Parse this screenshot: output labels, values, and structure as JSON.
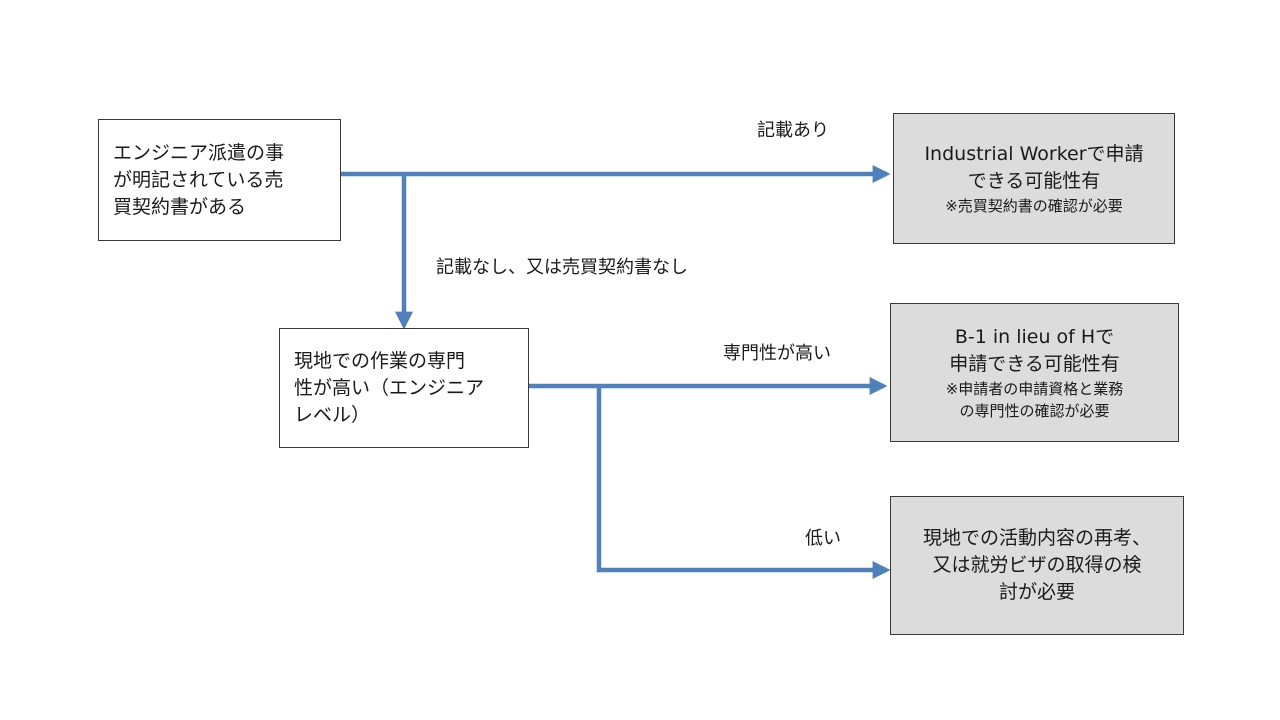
{
  "decision_1": {
    "lines": [
      "エンジニア派遣の事",
      "が明記されている売",
      "買契約書がある"
    ]
  },
  "decision_2": {
    "lines": [
      "現地での作業の専門",
      "性が高い（エンジニア",
      "レベル）"
    ]
  },
  "outcome_1": {
    "lines": [
      "Industrial Workerで申請",
      "できる可能性有"
    ],
    "note": "※売買契約書の確認が必要"
  },
  "outcome_2": {
    "lines": [
      "B-1 in lieu of Hで",
      "申請できる可能性有"
    ],
    "note_lines": [
      "※申請者の申請資格と業務",
      "の専門性の確認が必要"
    ]
  },
  "outcome_3": {
    "lines": [
      "現地での活動内容の再考、",
      "又は就労ビザの取得の検",
      "討が必要"
    ]
  },
  "labels": {
    "yes_1": "記載あり",
    "no_1": "記載なし、又は売買契約書なし",
    "yes_2": "専門性が高い",
    "no_2": "低い"
  },
  "colors": {
    "connector": "#4f81bd",
    "result_box": "#dcdcdc",
    "border": "#3a3a3a"
  }
}
